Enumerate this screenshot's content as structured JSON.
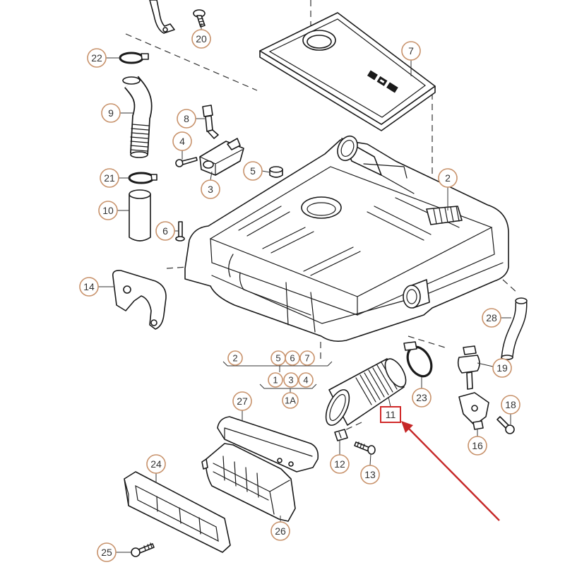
{
  "callouts": [
    "20",
    "22",
    "7",
    "9",
    "8",
    "4",
    "2",
    "5",
    "21",
    "3",
    "10",
    "6",
    "14",
    "28",
    "19",
    "23",
    "27",
    "18",
    "12",
    "13",
    "16",
    "24",
    "26",
    "25"
  ],
  "assembly": {
    "top_row": [
      "2",
      "5",
      "6",
      "7"
    ],
    "bottom_row": [
      "1",
      "3",
      "4"
    ],
    "label": "1A"
  },
  "highlight": {
    "label": "11"
  },
  "colors": {
    "callout_ring": "#c8926b",
    "highlight": "#d12a2a",
    "arrow": "#c62828",
    "line": "#1a1a1a"
  }
}
